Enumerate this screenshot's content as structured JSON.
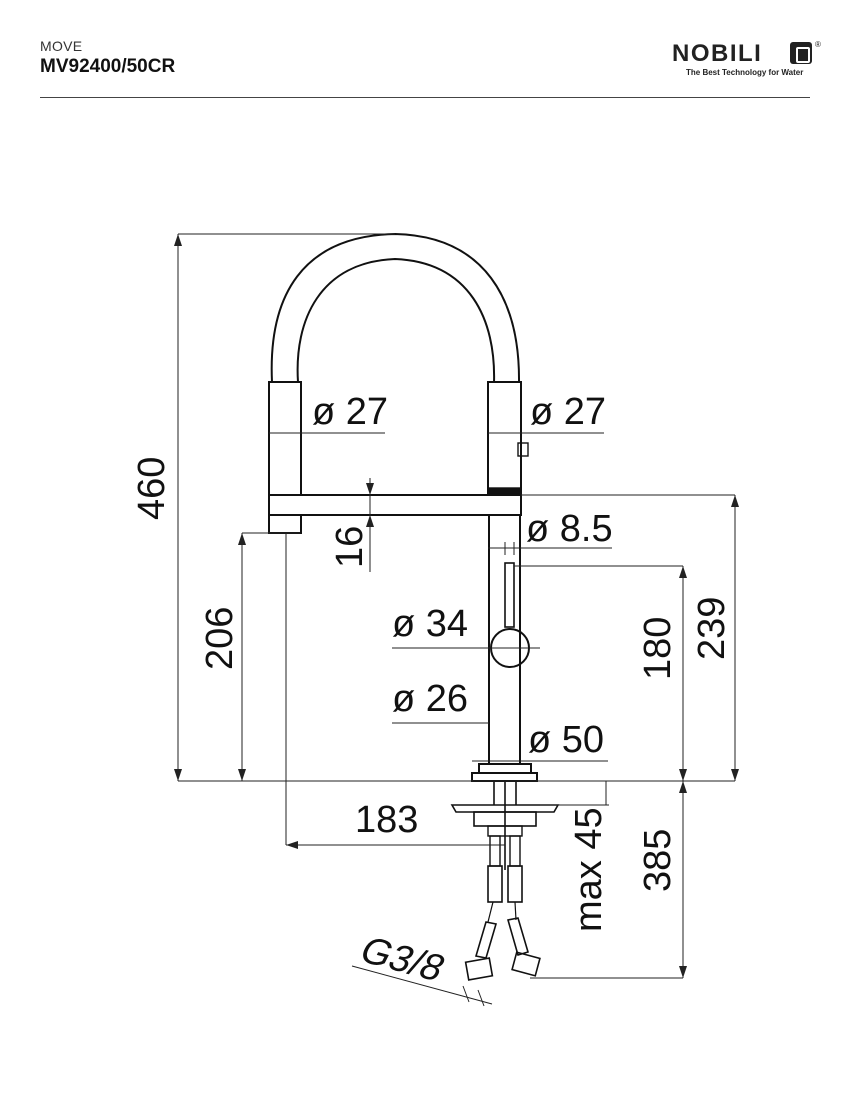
{
  "header": {
    "series": "MOVE",
    "model": "MV92400/50CR"
  },
  "brand": {
    "name": "NOBILI",
    "registered": "®",
    "tagline": "The Best Technology for Water"
  },
  "dimensions": {
    "total_height": "460",
    "handle_diameter_left": "ø 27",
    "handle_diameter_right": "ø 27",
    "spout_thickness": "16",
    "lever_diameter": "ø 8.5",
    "spout_height": "206",
    "knob_diameter": "ø 34",
    "body_height": "180",
    "body_total_height": "239",
    "body_diameter": "ø 26",
    "base_diameter": "ø 50",
    "reach": "183",
    "deck_thickness": "max 45",
    "hose_length": "385",
    "thread": "G3/8"
  }
}
